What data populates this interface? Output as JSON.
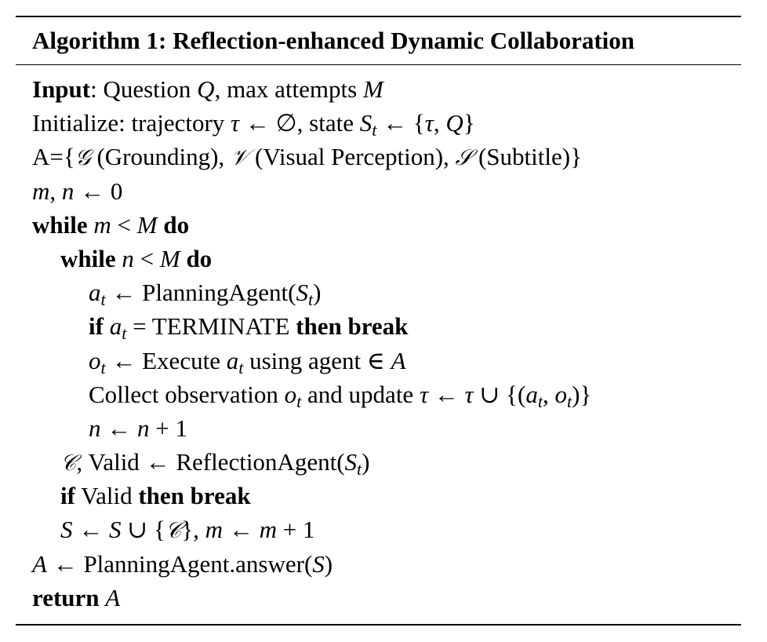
{
  "title": "Algorithm 1: Reflection-enhanced Dynamic Collaboration",
  "keywords": {
    "input": "Input",
    "while": "while",
    "do": "do",
    "if": "if",
    "then_break": "then break",
    "return": "return"
  },
  "text": {
    "input_rest_1": ": Question ",
    "input_rest_2": ", max attempts ",
    "init_1": "Initialize: trajectory ",
    "init_2": ", state ",
    "a_set_1": "A={",
    "grounding": " (Grounding), ",
    "visual": " (Visual Perception), ",
    "subtitle": " (Subtitle)}",
    "planning_agent": "PlanningAgent(",
    "terminate": "TERMINATE",
    "execute": "Execute ",
    "using_agent": " using agent ",
    "collect_1": "Collect observation ",
    "collect_2": " and update ",
    "valid": "Valid",
    "reflection_agent": "ReflectionAgent(",
    "planning_answer": "PlanningAgent.answer("
  },
  "math": {
    "Q": "Q",
    "M": "M",
    "tau": "τ",
    "arrow": "←",
    "emptyset": "∅",
    "S": "S",
    "t": "t",
    "G": "𝒢",
    "V": "𝒱",
    "Scal": "𝒮",
    "C": "𝒞",
    "m": "m",
    "n": "n",
    "a": "a",
    "o": "o",
    "A": "A",
    "zero": "0",
    "one": "1"
  }
}
